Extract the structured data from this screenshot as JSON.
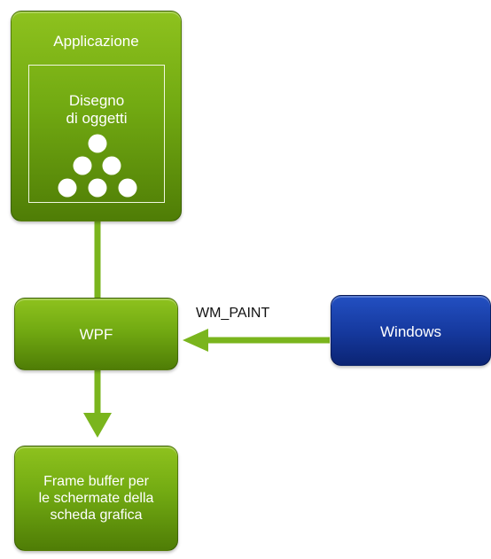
{
  "nodes": {
    "application": {
      "title": "Applicazione",
      "inner_label": "Disegno\ndi oggetti",
      "icon": "stacked-circles-icon"
    },
    "wpf": {
      "label": "WPF"
    },
    "windows": {
      "label": "Windows"
    },
    "framebuffer": {
      "label": "Frame buffer per\nle schermate della\nscheda grafica"
    }
  },
  "edges": {
    "windows_to_wpf": {
      "label": "WM_PAINT"
    }
  },
  "colors": {
    "green": "#72aa12",
    "blue": "#163aa0",
    "connector": "#7ab51d"
  }
}
